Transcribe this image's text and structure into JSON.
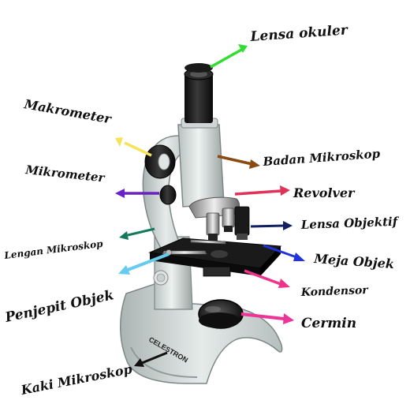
{
  "figure": {
    "brand_text": "CELESTRON",
    "labels": [
      {
        "id": "lensa-okuler",
        "text": "Lensa okuler",
        "arrow_color": "#33dd33"
      },
      {
        "id": "makrometer",
        "text": "Makrometer",
        "arrow_color": "#f5e35a"
      },
      {
        "id": "badan-mikroskop",
        "text": "Badan Mikroskop",
        "arrow_color": "#8a4a12"
      },
      {
        "id": "mikrometer",
        "text": "Mikrometer",
        "arrow_color": "#6a22c8"
      },
      {
        "id": "revolver",
        "text": "Revolver",
        "arrow_color": "#e0335a"
      },
      {
        "id": "lensa-objektif",
        "text": "Lensa Objektif",
        "arrow_color": "#102060"
      },
      {
        "id": "lengan-mikroskop",
        "text": "Lengan Mikroskop",
        "arrow_color": "#127a5a"
      },
      {
        "id": "meja-objek",
        "text": "Meja Objek",
        "arrow_color": "#2233dd"
      },
      {
        "id": "penjepit-objek",
        "text": "Penjepit Objek",
        "arrow_color": "#66ccee"
      },
      {
        "id": "kondensor",
        "text": "Kondensor",
        "arrow_color": "#ee3388"
      },
      {
        "id": "cermin",
        "text": "Cermin",
        "arrow_color": "#ee3399"
      },
      {
        "id": "kaki-mikroskop",
        "text": "Kaki Mikroskop",
        "arrow_color": "#111111"
      }
    ]
  }
}
